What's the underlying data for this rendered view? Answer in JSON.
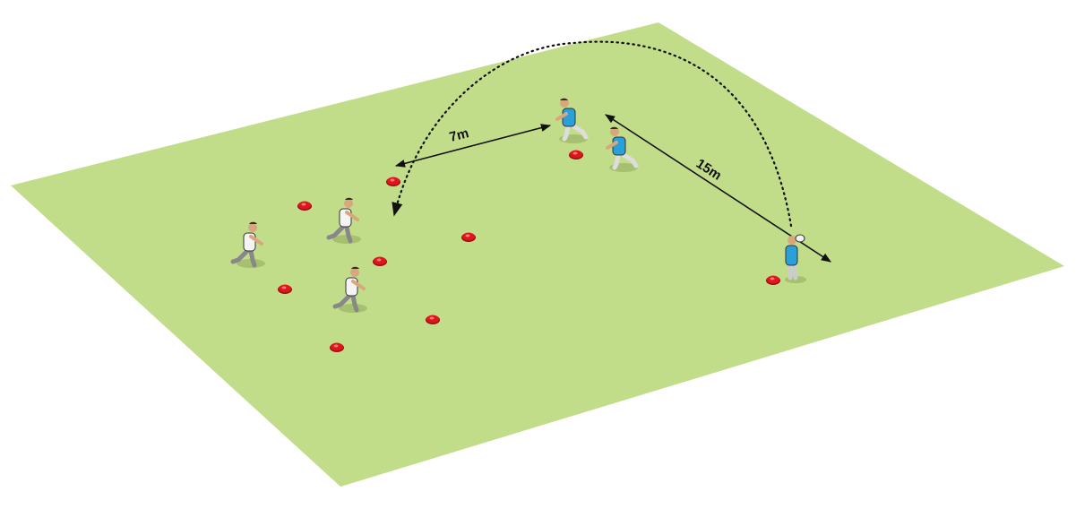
{
  "diagram": {
    "labels": {
      "short_distance": "7m",
      "long_distance": "15m"
    },
    "colors": {
      "pitch": "#c2dd8a",
      "cone": "#e0161d",
      "attack_shirt": "#2a9fd8",
      "defence_shirt": "#f4f4f4",
      "shorts": "#e8e8e8"
    },
    "teams": {
      "white_players": 3,
      "blue_players": 3
    },
    "cones": 9
  }
}
